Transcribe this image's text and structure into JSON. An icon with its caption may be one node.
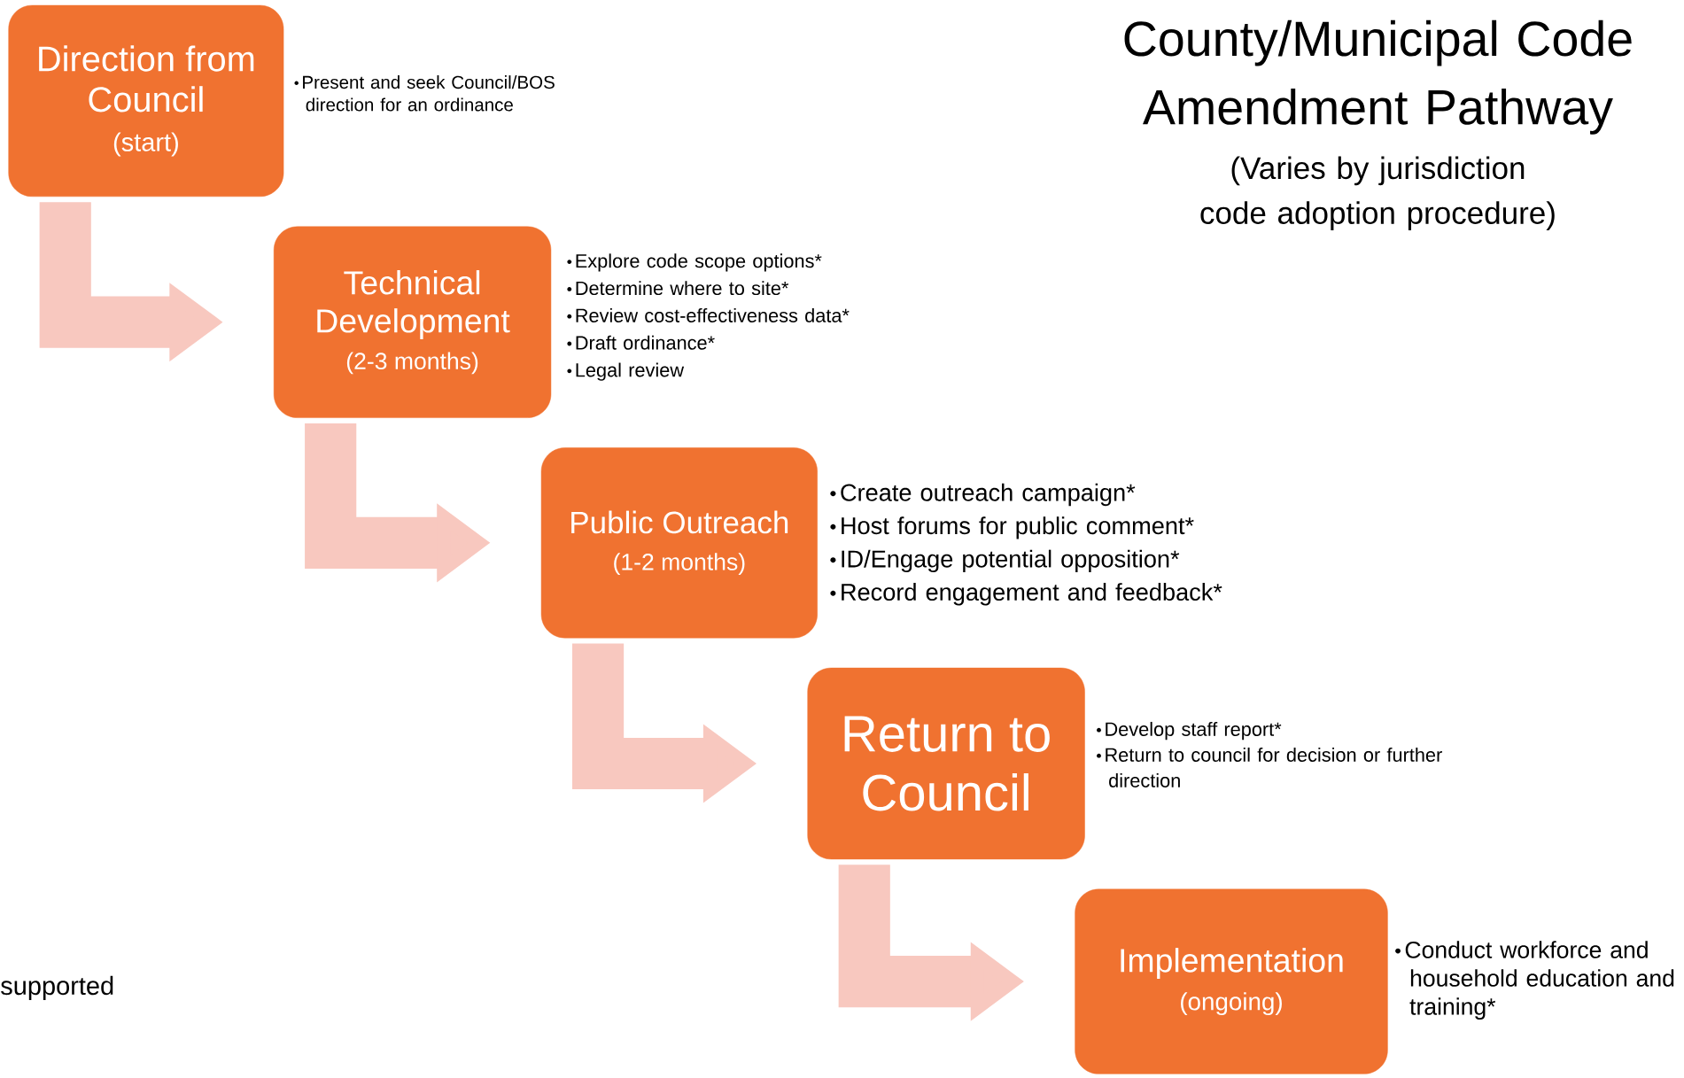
{
  "diagram": {
    "title": "County/Municipal Code Amendment Pathway",
    "nodes": [
      {
        "text": [
          "Direction from Council",
          "(start)"
        ],
        "beside": [
          "Present and seek Council/BOS direction for an ordinance"
        ]
      },
      {
        "text": [
          "Technical Development",
          "(2-3 months)"
        ],
        "beside": [
          "Explore code scope options*",
          "Determine where to site*",
          "Review cost-effectiveness data*",
          "Draft ordinance*",
          "Legal review"
        ]
      },
      {
        "text": [
          "Public Outreach",
          "(1-2 months)"
        ],
        "beside": [
          "Create outreach campaign*",
          "Host forums for public comment*",
          "ID/Engage potential opposition*",
          "Record engagement and feedback*"
        ]
      },
      {
        "text": [
          "Return to Council"
        ],
        "beside": [
          "Develop staff report*",
          "Return to council for decision or further direction"
        ]
      },
      {
        "text": [
          "Implementation",
          "(ongoing)"
        ],
        "beside": [
          "Conduct workforce and household education and training*"
        ]
      }
    ],
    "edges": [
      {
        "from": 0,
        "to": 1,
        "arrow": "to"
      },
      {
        "from": 1,
        "to": 2,
        "arrow": "to"
      },
      {
        "from": 2,
        "to": 3,
        "arrow": "to"
      },
      {
        "from": 3,
        "to": 4,
        "arrow": "to"
      }
    ],
    "labels": [
      "(Varies by jurisdiction code adoption procedure)",
      "supported"
    ]
  }
}
